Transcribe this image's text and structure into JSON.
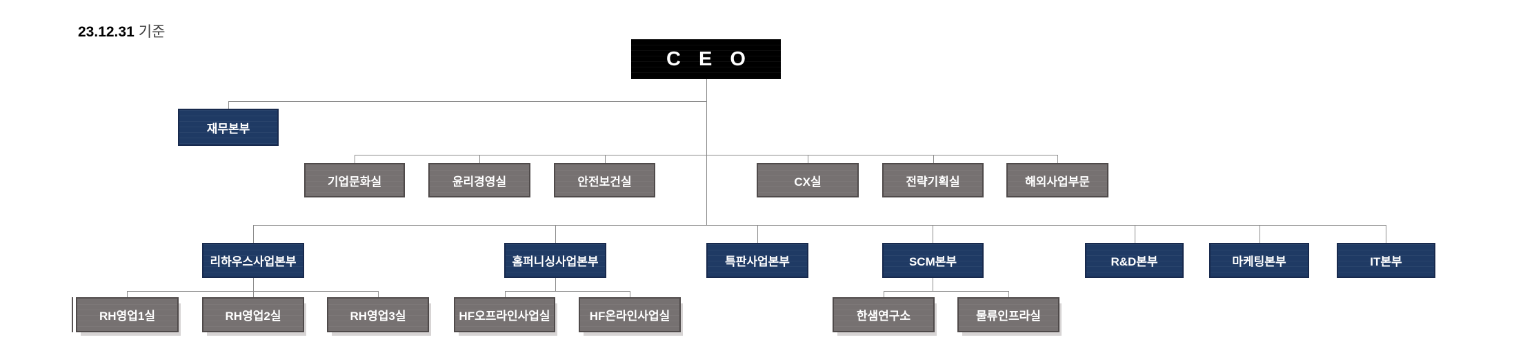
{
  "title": {
    "date": "23.12.31",
    "suffix": "기준"
  },
  "org": {
    "ceo": "C E O",
    "finance_hq": "재무본부",
    "staff_offices": [
      "기업문화실",
      "윤리경영실",
      "안전보건실",
      "CX실",
      "전략기획실",
      "해외사업부문"
    ],
    "business_hqs": [
      "리하우스사업본부",
      "홈퍼니싱사업본부",
      "특판사업본부",
      "SCM본부",
      "R&D본부",
      "마케팅본부",
      "IT본부"
    ],
    "rehaus_children": [
      "RH영업1실",
      "RH영업2실",
      "RH영업3실"
    ],
    "homefurnishing_children": [
      "HF오프라인사업실",
      "HF온라인사업실"
    ],
    "scm_children": [
      "한샘연구소",
      "물류인프라실"
    ]
  },
  "colors": {
    "ceo_bg": "#000000",
    "hq_bg": "#1f3a64",
    "office_bg": "#767171",
    "connector": "#8a8a8a",
    "text": "#ffffff"
  }
}
